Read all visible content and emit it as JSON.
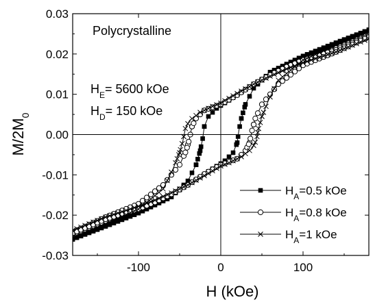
{
  "chart_data": {
    "type": "scatter",
    "xlabel": "H (kOe)",
    "ylabel": "M/2M",
    "ylabel_sub": "0",
    "xlim": [
      -180,
      180
    ],
    "ylim": [
      -0.03,
      0.03
    ],
    "x_ticks": [
      -100,
      0,
      100
    ],
    "x_tick_labels": [
      "-100",
      "0",
      "100"
    ],
    "y_ticks": [
      -0.03,
      -0.02,
      -0.01,
      0.0,
      0.01,
      0.02,
      0.03
    ],
    "y_tick_labels": [
      "-0.03",
      "-0.02",
      "-0.01",
      "0.00",
      "0.01",
      "0.02",
      "0.03"
    ],
    "grid": false,
    "zero_lines": true,
    "legend_position": "lower-right",
    "annotations": [
      {
        "text": "Polycrystalline"
      },
      {
        "main": "H",
        "sub": "E",
        "rest": "= 5600 kOe"
      },
      {
        "main": "H",
        "sub": "D",
        "rest": "= 150 kOe"
      }
    ],
    "series": [
      {
        "name": "H_A=0.5 kOe",
        "legend_main": "H",
        "legend_sub": "A",
        "legend_rest": "=0.5 kOe",
        "marker": "filled-square",
        "hc": 22,
        "upper": [
          [
            -180,
            -0.026
          ],
          [
            -140,
            -0.0228
          ],
          [
            -100,
            -0.0195
          ],
          [
            -60,
            -0.0155
          ],
          [
            -40,
            -0.0115
          ],
          [
            -30,
            -0.0075
          ],
          [
            -25,
            -0.004
          ],
          [
            -22,
            -0.001
          ],
          [
            -20,
            0.002
          ],
          [
            -15,
            0.0045
          ],
          [
            -5,
            0.0065
          ],
          [
            0,
            0.0072
          ],
          [
            20,
            0.0098
          ],
          [
            40,
            0.0125
          ],
          [
            60,
            0.015
          ],
          [
            80,
            0.0172
          ],
          [
            100,
            0.019
          ],
          [
            140,
            0.0225
          ],
          [
            180,
            0.026
          ]
        ],
        "lower": [
          [
            -180,
            -0.026
          ],
          [
            -140,
            -0.0225
          ],
          [
            -100,
            -0.019
          ],
          [
            -80,
            -0.0172
          ],
          [
            -60,
            -0.015
          ],
          [
            -40,
            -0.0125
          ],
          [
            -20,
            -0.0098
          ],
          [
            0,
            -0.0072
          ],
          [
            5,
            -0.0065
          ],
          [
            15,
            -0.0045
          ],
          [
            20,
            -0.002
          ],
          [
            22,
            0.001
          ],
          [
            25,
            0.004
          ],
          [
            30,
            0.0075
          ],
          [
            40,
            0.0115
          ],
          [
            60,
            0.0155
          ],
          [
            100,
            0.0195
          ],
          [
            140,
            0.0228
          ],
          [
            180,
            0.026
          ]
        ]
      },
      {
        "name": "H_A=0.8 kOe",
        "legend_main": "H",
        "legend_sub": "A",
        "legend_rest": "=0.8 kOe",
        "marker": "open-circle",
        "hc": 35,
        "upper": [
          [
            -180,
            -0.0242
          ],
          [
            -140,
            -0.0205
          ],
          [
            -100,
            -0.0172
          ],
          [
            -70,
            -0.0125
          ],
          [
            -50,
            -0.0075
          ],
          [
            -42,
            -0.004
          ],
          [
            -38,
            -0.001
          ],
          [
            -35,
            0.002
          ],
          [
            -30,
            0.004
          ],
          [
            -20,
            0.006
          ],
          [
            -10,
            0.0068
          ],
          [
            0,
            0.0075
          ],
          [
            20,
            0.0098
          ],
          [
            40,
            0.0125
          ],
          [
            60,
            0.0148
          ],
          [
            80,
            0.0168
          ],
          [
            100,
            0.0185
          ],
          [
            140,
            0.021
          ],
          [
            180,
            0.0245
          ]
        ],
        "lower": [
          [
            -180,
            -0.0245
          ],
          [
            -140,
            -0.021
          ],
          [
            -100,
            -0.0185
          ],
          [
            -80,
            -0.0168
          ],
          [
            -60,
            -0.0148
          ],
          [
            -40,
            -0.0125
          ],
          [
            -20,
            -0.0098
          ],
          [
            0,
            -0.0075
          ],
          [
            10,
            -0.0068
          ],
          [
            20,
            -0.006
          ],
          [
            30,
            -0.004
          ],
          [
            35,
            -0.002
          ],
          [
            38,
            0.001
          ],
          [
            42,
            0.004
          ],
          [
            50,
            0.0075
          ],
          [
            70,
            0.0125
          ],
          [
            100,
            0.0172
          ],
          [
            140,
            0.0205
          ],
          [
            180,
            0.0242
          ]
        ]
      },
      {
        "name": "H_A=1 kOe",
        "legend_main": "H",
        "legend_sub": "A",
        "legend_rest": "=1 kOe",
        "marker": "cross",
        "hc": 45,
        "upper": [
          [
            -180,
            -0.0255
          ],
          [
            -140,
            -0.0222
          ],
          [
            -100,
            -0.0185
          ],
          [
            -70,
            -0.0135
          ],
          [
            -58,
            -0.0085
          ],
          [
            -50,
            -0.0045
          ],
          [
            -46,
            -0.0015
          ],
          [
            -43,
            0.0015
          ],
          [
            -38,
            0.0035
          ],
          [
            -25,
            0.0055
          ],
          [
            -10,
            0.007
          ],
          [
            0,
            0.0078
          ],
          [
            20,
            0.0102
          ],
          [
            40,
            0.0125
          ],
          [
            60,
            0.0145
          ],
          [
            80,
            0.0163
          ],
          [
            100,
            0.0178
          ],
          [
            140,
            0.0205
          ],
          [
            180,
            0.0238
          ]
        ],
        "lower": [
          [
            -180,
            -0.0238
          ],
          [
            -140,
            -0.0205
          ],
          [
            -100,
            -0.0178
          ],
          [
            -80,
            -0.0163
          ],
          [
            -60,
            -0.0145
          ],
          [
            -40,
            -0.0125
          ],
          [
            -20,
            -0.0102
          ],
          [
            0,
            -0.0078
          ],
          [
            10,
            -0.007
          ],
          [
            25,
            -0.0055
          ],
          [
            38,
            -0.0035
          ],
          [
            43,
            -0.0015
          ],
          [
            46,
            0.0015
          ],
          [
            50,
            0.0045
          ],
          [
            58,
            0.0085
          ],
          [
            70,
            0.0135
          ],
          [
            100,
            0.0185
          ],
          [
            140,
            0.0222
          ],
          [
            180,
            0.0255
          ]
        ]
      }
    ]
  }
}
